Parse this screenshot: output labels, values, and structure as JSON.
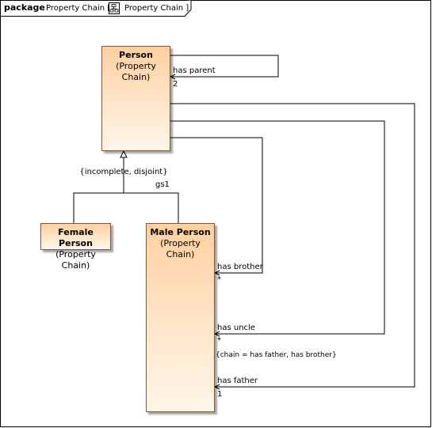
{
  "frame": {
    "keyword": "package",
    "name": "Property Chain [",
    "diagram_name": "Property Chain ]",
    "diagram_icon": "class-diagram-icon"
  },
  "classes": {
    "person": {
      "name": "Person",
      "stereotype": "(Property Chain)"
    },
    "female_person": {
      "name": "Female Person",
      "stereotype": "(Property Chain)"
    },
    "male_person": {
      "name": "Male Person",
      "stereotype": "(Property Chain)"
    }
  },
  "generalization": {
    "constraint": "{incomplete, disjoint}",
    "set_name": "gs1"
  },
  "associations": {
    "has_parent": {
      "label": "has parent",
      "multiplicity": "2"
    },
    "has_brother": {
      "label": "has brother",
      "multiplicity": "*"
    },
    "has_uncle": {
      "label": "has uncle",
      "multiplicity": "*"
    },
    "chain_constraint": "{chain = has father, has brother}",
    "has_father": {
      "label": "has father",
      "multiplicity": "1"
    }
  },
  "colors": {
    "class_fill_top": "#ffd0a0",
    "class_fill_bottom": "#fff6ea",
    "line": "#000000"
  }
}
